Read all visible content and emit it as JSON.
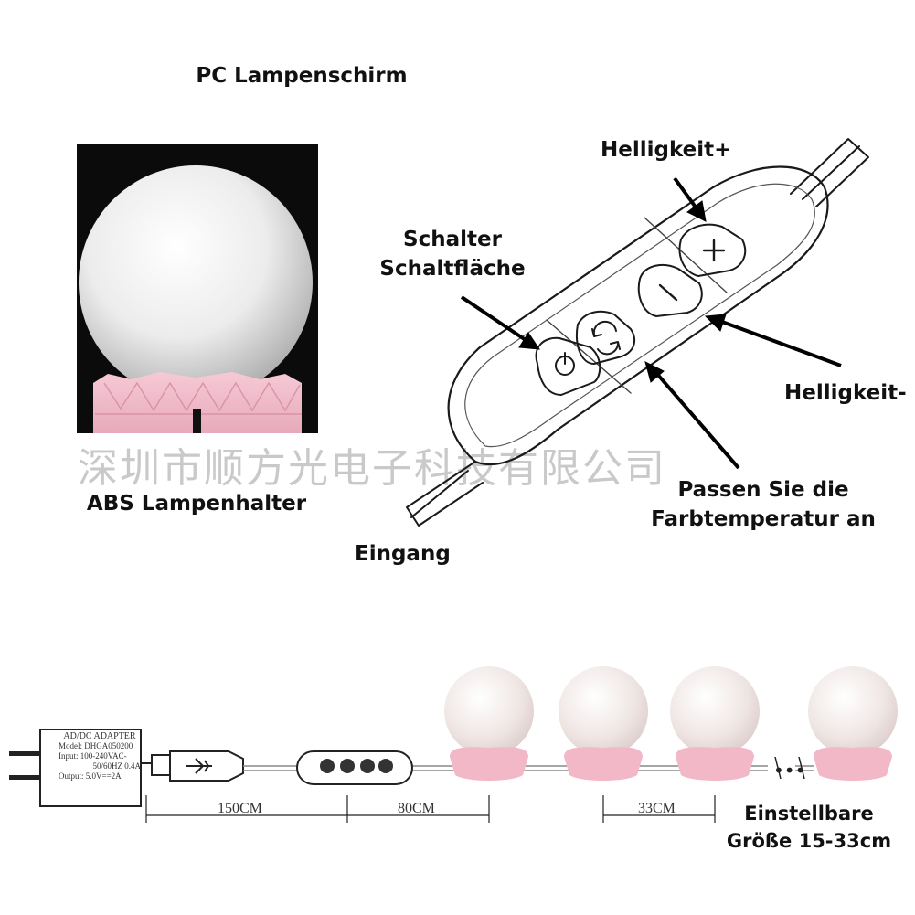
{
  "labels": {
    "shade": "PC Lampenschirm",
    "holder": "ABS Lampenhalter",
    "brightness_plus": "Helligkeit+",
    "switch_line1": "Schalter",
    "switch_line2": "Schaltfläche",
    "brightness_minus": "Helligkeit-",
    "color_temp_line1": "Passen Sie die",
    "color_temp_line2": "Farbtemperatur an",
    "input": "Eingang",
    "adjustable_line1": "Einstellbare",
    "adjustable_line2": "Größe 15-33cm"
  },
  "watermark": "深圳市顺方光电子科技有限公司",
  "adapter": {
    "title": "AD/DC ADAPTER",
    "model": "Model: DHGA050200",
    "input": "Input: 100-240VAC-",
    "freq": "50/60HZ 0.4A",
    "output": "Output: 5.0V==2A"
  },
  "dimensions": {
    "cable1": "150CM",
    "cable2": "80CM",
    "spacing": "33CM"
  },
  "colors": {
    "pink": "#f2b8c8",
    "bulb": "#efe6e4",
    "dark": "#222222"
  }
}
